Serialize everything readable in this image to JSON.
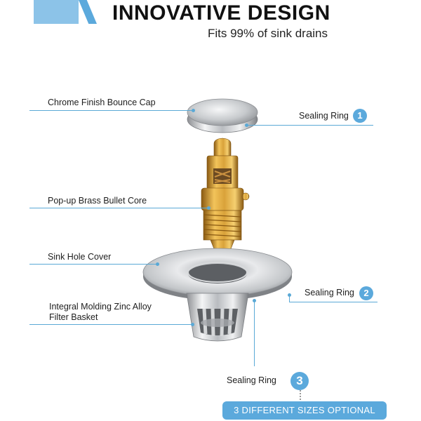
{
  "header": {
    "title": "INNOVATIVE DESIGN",
    "subtitle": "Fits 99% of sink drains",
    "accent_color": "#5ba9dc"
  },
  "labels": {
    "chrome_cap": "Chrome Finish Bounce Cap",
    "brass_core": "Pop-up Brass Bullet Core",
    "hole_cover": "Sink Hole Cover",
    "filter_basket_line1": "Integral Molding Zinc Alloy",
    "filter_basket_line2": "Filter Basket",
    "sealing_ring_1": "Sealing Ring",
    "sealing_ring_2": "Sealing Ring",
    "sealing_ring_3": "Sealing Ring"
  },
  "badges": {
    "one": "1",
    "two": "2",
    "three": "3"
  },
  "footer": {
    "sizes_label": "3 DIFFERENT SIZES OPTIONAL"
  }
}
